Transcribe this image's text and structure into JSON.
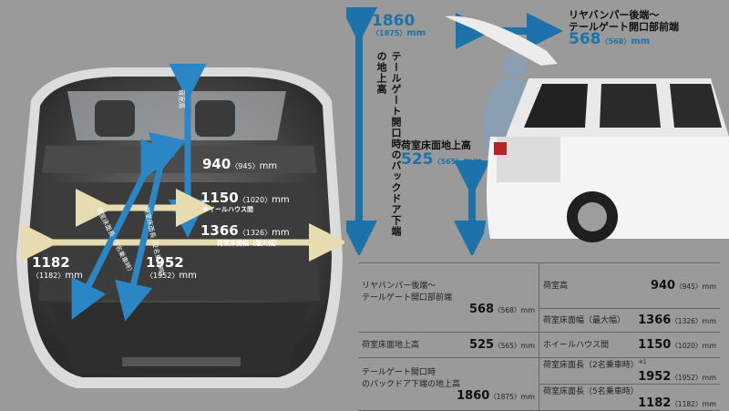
{
  "left": {
    "height": {
      "label": "荷室高",
      "value": "940",
      "sub": "〈945〉",
      "unit": "mm"
    },
    "wheelhouse": {
      "label": "ホイールハウス間",
      "value": "1150",
      "sub": "〈1020〉",
      "unit": "mm"
    },
    "width": {
      "label": "荷室床面幅（最大幅）",
      "value": "1366",
      "sub": "〈1326〉",
      "unit": "mm"
    },
    "len5": {
      "label": "荷室床面長（5名乗車時）",
      "value": "1182",
      "sub": "〈1182〉",
      "unit": "mm"
    },
    "len2": {
      "label": "荷室床面長（2名乗車時）",
      "value": "1952",
      "sub": "〈1952〉",
      "unit": "mm"
    }
  },
  "right": {
    "tailgate_height": {
      "value": "1860",
      "sub": "〈1875〉",
      "unit": "mm",
      "label": "テールゲート開口時のバックドア下端の地上高"
    },
    "bumper": {
      "label_line1": "リヤバンパー後端〜",
      "label_line2": "テールゲート開口部前端",
      "value": "568",
      "sub": "〈568〉",
      "unit": "mm"
    },
    "floor_height": {
      "label": "荷室床面地上高",
      "value": "525",
      "sub": "〈565〉",
      "unit": "mm"
    }
  },
  "table": {
    "r1": {
      "l_label1": "リヤバンパー後端〜",
      "l_label2": "テールゲート開口部前端",
      "l_value": "568",
      "l_sub": "〈568〉",
      "l_unit": "mm",
      "r_label": "荷室高",
      "r_value": "940",
      "r_sub": "〈945〉",
      "r_unit": "mm",
      "r2_label": "荷室床面幅（最大幅）",
      "r2_value": "1366",
      "r2_sub": "〈1326〉",
      "r2_unit": "mm"
    },
    "r2": {
      "l_label": "荷室床面地上高",
      "l_value": "525",
      "l_sub": "〈565〉",
      "l_unit": "mm",
      "r_label": "ホイールハウス間",
      "r_value": "1150",
      "r_sub": "〈1020〉",
      "r_unit": "mm"
    },
    "r3": {
      "l_label1": "テールゲート開口時",
      "l_label2": "のバックドア下端の地上高",
      "l_value": "1860",
      "l_sub": "〈1875〉",
      "l_unit": "mm",
      "r_label": "荷室床面長（2名乗車時）",
      "r_note": "※1",
      "r_value": "1952",
      "r_sub": "〈1952〉",
      "r_unit": "mm",
      "r2_label": "荷室床面長（5名乗車時）",
      "r2_value": "1182",
      "r2_sub": "〈1182〉",
      "r2_unit": "mm"
    }
  }
}
